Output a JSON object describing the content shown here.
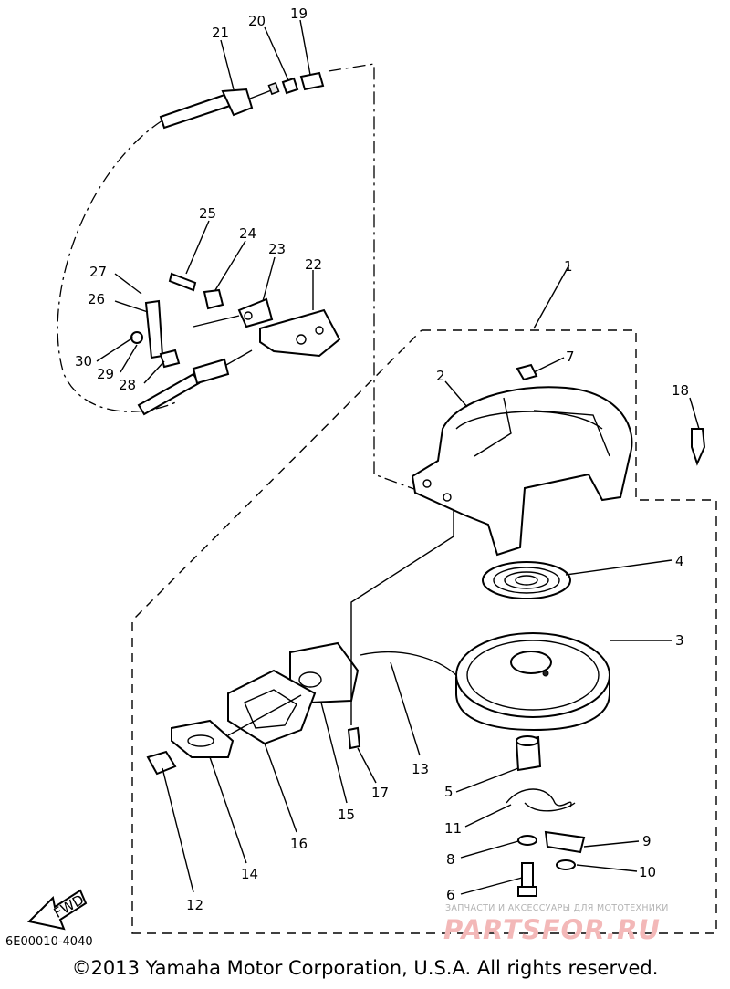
{
  "callouts": [
    "1",
    "2",
    "3",
    "4",
    "5",
    "6",
    "7",
    "8",
    "9",
    "10",
    "11",
    "12",
    "13",
    "14",
    "15",
    "16",
    "17",
    "18",
    "19",
    "20",
    "21",
    "22",
    "23",
    "24",
    "25",
    "26",
    "27",
    "28",
    "29",
    "30"
  ],
  "fwd_label": "FWD",
  "diagram_code": "6E00010-4040",
  "copyright": "©2013 Yamaha Motor Corporation, U.S.A. All rights reserved.",
  "watermark": {
    "subtitle": "ЗАПЧАСТИ И АКСЕССУАРЫ ДЛЯ МОТОТЕХНИКИ",
    "logo": "PARTSFOR.RU"
  }
}
